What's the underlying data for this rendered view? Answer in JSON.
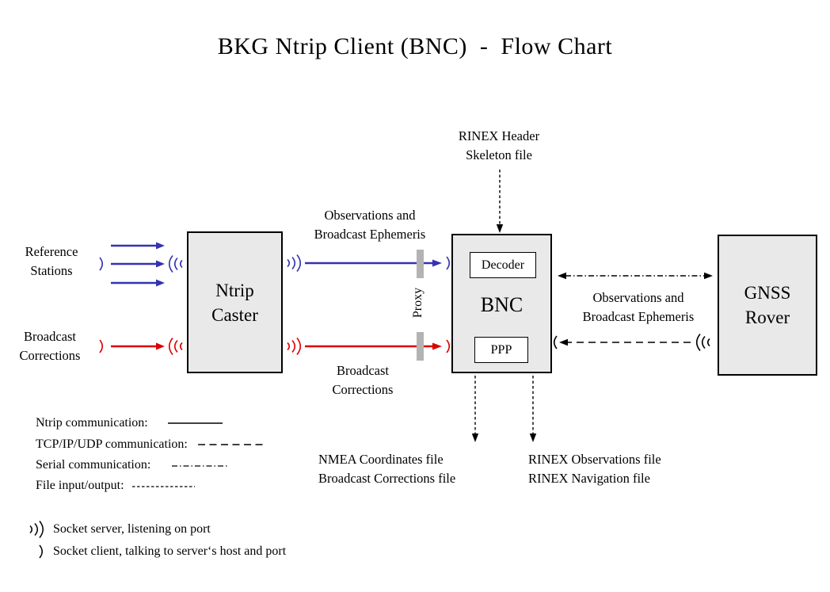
{
  "title": "BKG Ntrip Client (BNC)  -  Flow Chart",
  "nodes": {
    "ntrip_caster": {
      "line1": "Ntrip",
      "line2": "Caster"
    },
    "bnc": {
      "label": "BNC",
      "decoder": "Decoder",
      "ppp": "PPP"
    },
    "gnss_rover": {
      "line1": "GNSS",
      "line2": "Rover"
    }
  },
  "labels": {
    "reference_stations": {
      "line1": "Reference",
      "line2": "Stations"
    },
    "broadcast_corrections_input": {
      "line1": "Broadcast",
      "line2": "Corrections"
    },
    "observations_top": {
      "line1": "Observations and",
      "line2": "Broadcast Ephemeris"
    },
    "broadcast_corrections_mid": {
      "line1": "Broadcast",
      "line2": "Corrections"
    },
    "proxy": "Proxy",
    "rinex_header": {
      "line1": "RINEX Header",
      "line2": "Skeleton file"
    },
    "observations_right": {
      "line1": "Observations and",
      "line2": "Broadcast Ephemeris"
    },
    "nmea_output": {
      "line1": "NMEA Coordinates file",
      "line2": "Broadcast Corrections file"
    },
    "rinex_output": {
      "line1": "RINEX Observations file",
      "line2": "RINEX Navigation file"
    }
  },
  "legend": {
    "items": [
      {
        "label": "Ntrip communication:",
        "style": "solid"
      },
      {
        "label": "TCP/IP/UDP communication:",
        "style": "dashed"
      },
      {
        "label": "Serial communication:",
        "style": "dash-dot"
      },
      {
        "label": "File input/output:",
        "style": "fine-dash"
      }
    ],
    "socket_server": "Socket server, listening on port",
    "socket_client": "Socket client, talking to server‘s host and port"
  },
  "colors": {
    "ntrip_blue": "#3333b3",
    "corrections_red": "#dd0000",
    "box_fill": "#e9e9e9",
    "proxy_bar": "#b3b3b3"
  }
}
